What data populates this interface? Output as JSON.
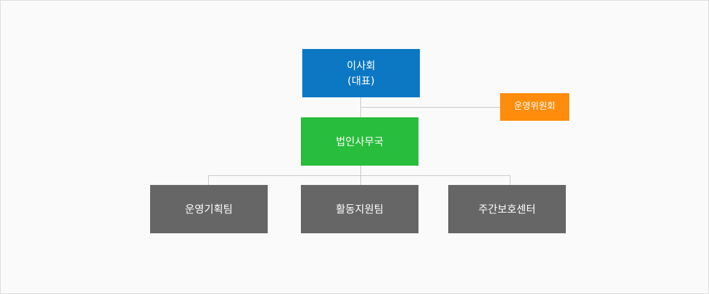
{
  "org_chart": {
    "board": {
      "label": "이사회\n(대표)",
      "color": "#0c78c4"
    },
    "committee": {
      "label": "운영위원회",
      "color": "#ff8c0a"
    },
    "secretariat": {
      "label": "법인사무국",
      "color": "#28bd3c"
    },
    "teams": [
      {
        "label": "운영기획팀",
        "color": "#666666"
      },
      {
        "label": "활동지원팀",
        "color": "#666666"
      },
      {
        "label": "주간보호센터",
        "color": "#666666"
      }
    ],
    "connector_color": "#c8c8c8"
  }
}
